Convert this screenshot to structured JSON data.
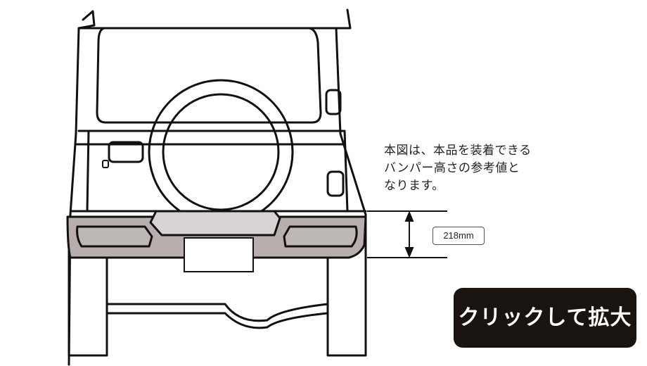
{
  "notice": {
    "lines": [
      "本図は、本品を装着できる",
      "バンパー高さの参考値と",
      "なります。"
    ]
  },
  "dimension": {
    "label": "218mm"
  },
  "zoom_button": {
    "label": "クリックして拡大"
  },
  "colors": {
    "outline": "#111111",
    "bumper_fill": "#b8aeae",
    "lamp_fill": "#bfb6b6",
    "button_bg": "#1a1410",
    "button_text": "#ffffff"
  }
}
